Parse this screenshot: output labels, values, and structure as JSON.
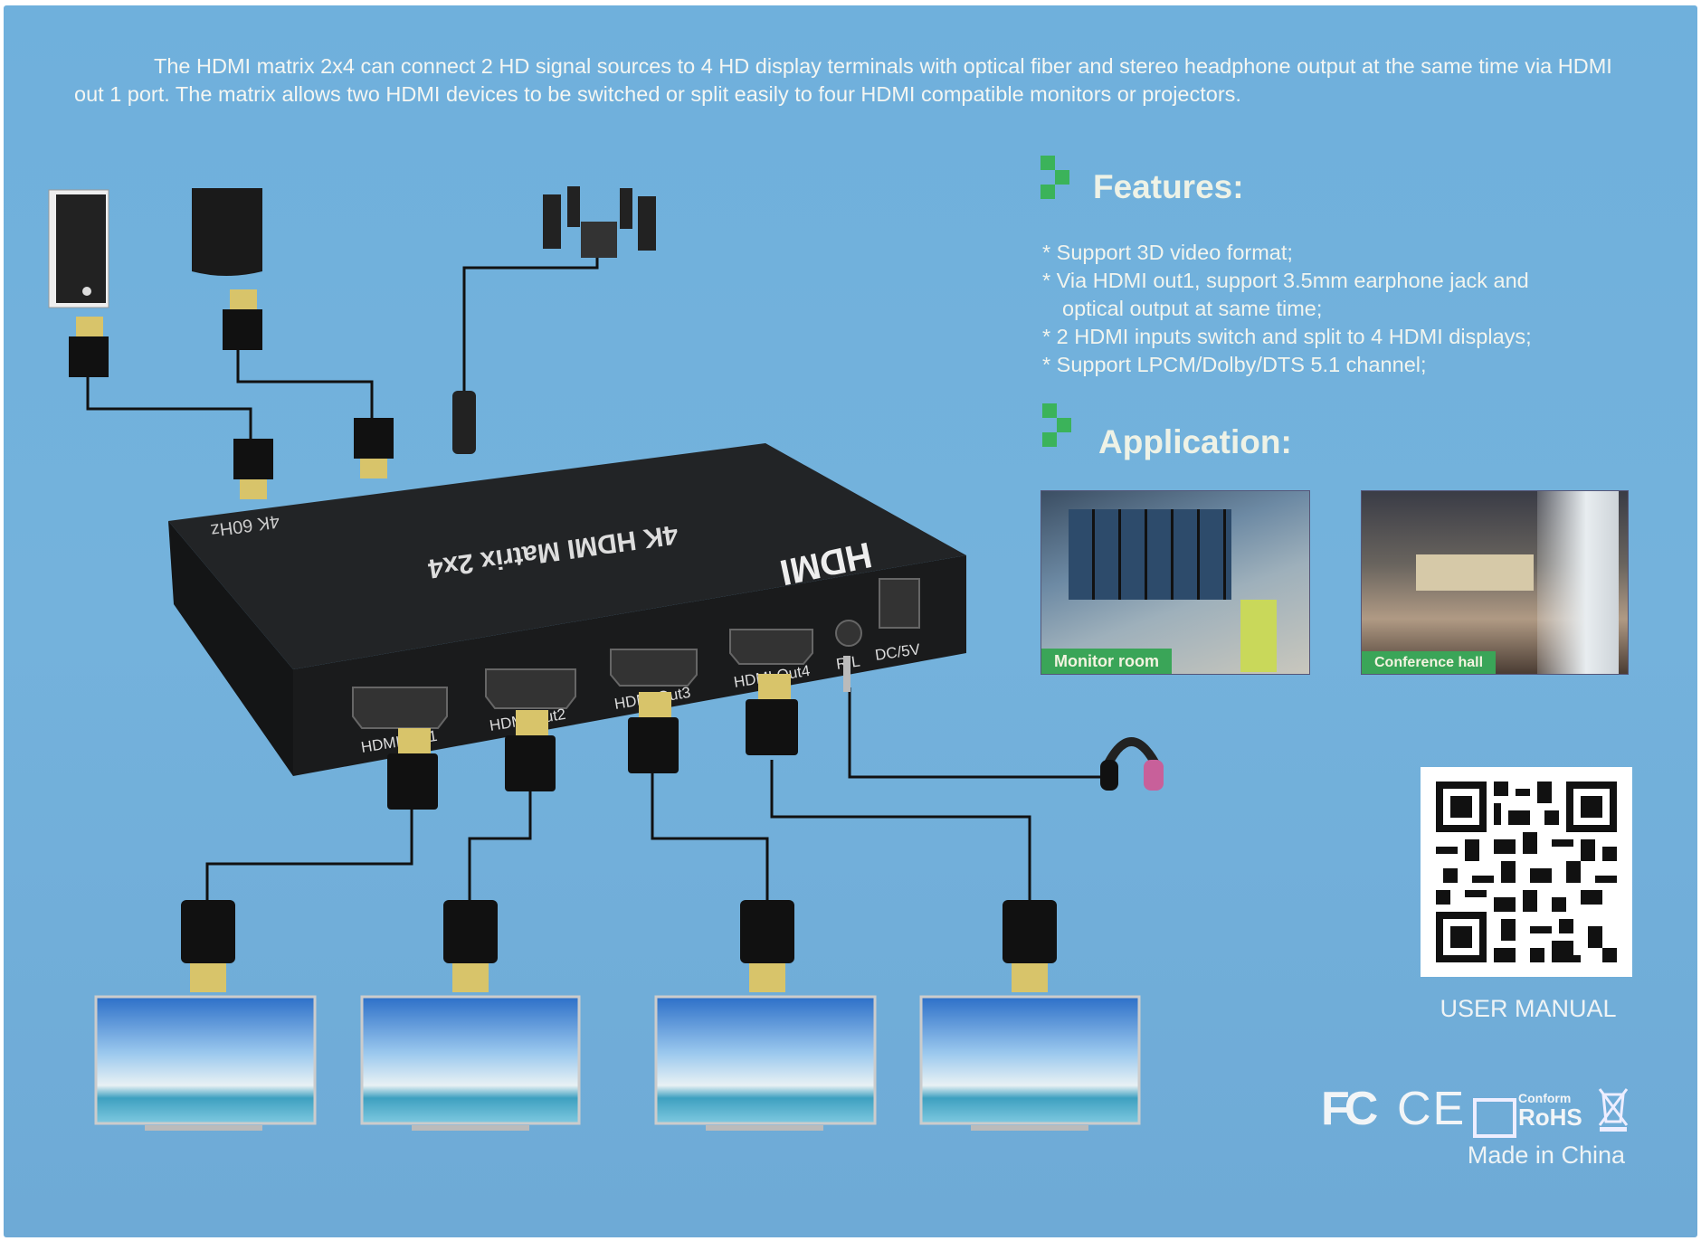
{
  "intro": "The HDMI matrix 2x4 can connect 2 HD signal sources to 4 HD display terminals with optical fiber and stereo headphone output at the same time via HDMI out 1 port.  The matrix allows two HDMI devices to be switched or split easily to four HDMI compatible monitors or projectors.",
  "features": {
    "title": "Features:",
    "items": [
      "* Support 3D video format;",
      "* Via HDMI out1, support 3.5mm earphone jack and",
      "optical output at same time;",
      "* 2 HDMI inputs switch and split to 4 HDMI displays;",
      "* Support LPCM/Dolby/DTS 5.1 channel;"
    ]
  },
  "application": {
    "title": "Application:",
    "photos": [
      {
        "caption": "Monitor room"
      },
      {
        "caption": "Conference hall"
      }
    ]
  },
  "device": {
    "title": "4K HDMI Matrix 2x4",
    "spec": "4K 60Hz",
    "logo": "HDMI",
    "ports": [
      "HDMI Out1",
      "HDMI Out2",
      "HDMI Out3",
      "HDMI Out4"
    ],
    "audio_port": "R/L",
    "power_port": "DC/5V"
  },
  "user_manual": "USER MANUAL",
  "certifications": {
    "fcc": "FC",
    "ce": "CE",
    "rohs_top": "Conform",
    "rohs": "RoHS"
  },
  "made_in": "Made in China",
  "colors": {
    "background": "#6fb0dc",
    "accent_green": "#3bb35a",
    "device": "#1b1d1f"
  }
}
